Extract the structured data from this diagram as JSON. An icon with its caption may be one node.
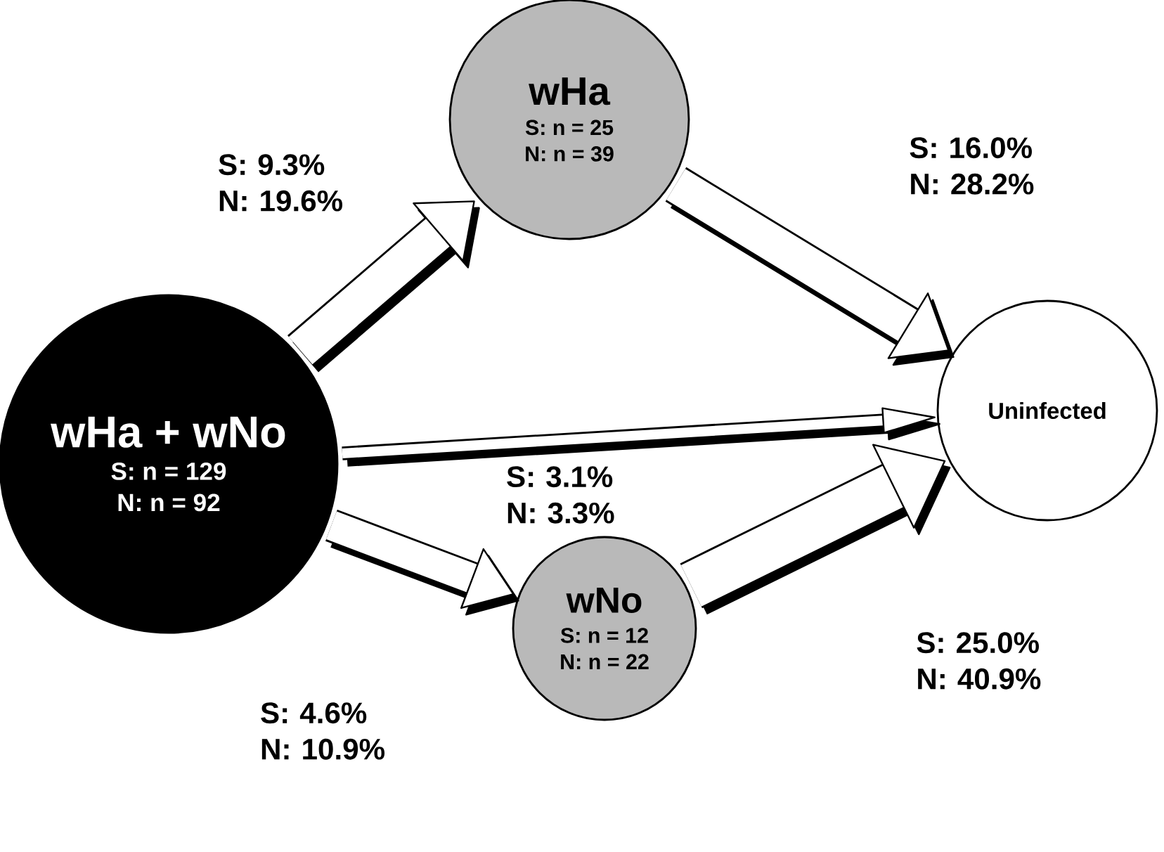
{
  "diagram": {
    "nodes": [
      {
        "text": [
          "wHa + wNo",
          "S: n = 129 N: n = 92"
        ]
      },
      {
        "text": [
          "wHa",
          "S: n = 25 N: n = 39"
        ]
      },
      {
        "text": [
          "wNo",
          "S: n = 12 N: n = 22"
        ]
      },
      {
        "text": [
          "Uninfected"
        ]
      }
    ],
    "edges": [
      {
        "from": 0,
        "to": 1,
        "arrow": "to",
        "label": "S:   9.3% N: 19.6%"
      },
      {
        "from": 1,
        "to": 3,
        "arrow": "to",
        "label": "S: 16.0% N: 28.2%"
      },
      {
        "from": 0,
        "to": 3,
        "arrow": "to",
        "label": "S:   3.1% N:   3.3%"
      },
      {
        "from": 0,
        "to": 2,
        "arrow": "to",
        "label": "S:   4.6% N: 10.9%"
      },
      {
        "from": 2,
        "to": 3,
        "arrow": "to",
        "label": "S: 25.0% N: 40.9%"
      }
    ]
  }
}
